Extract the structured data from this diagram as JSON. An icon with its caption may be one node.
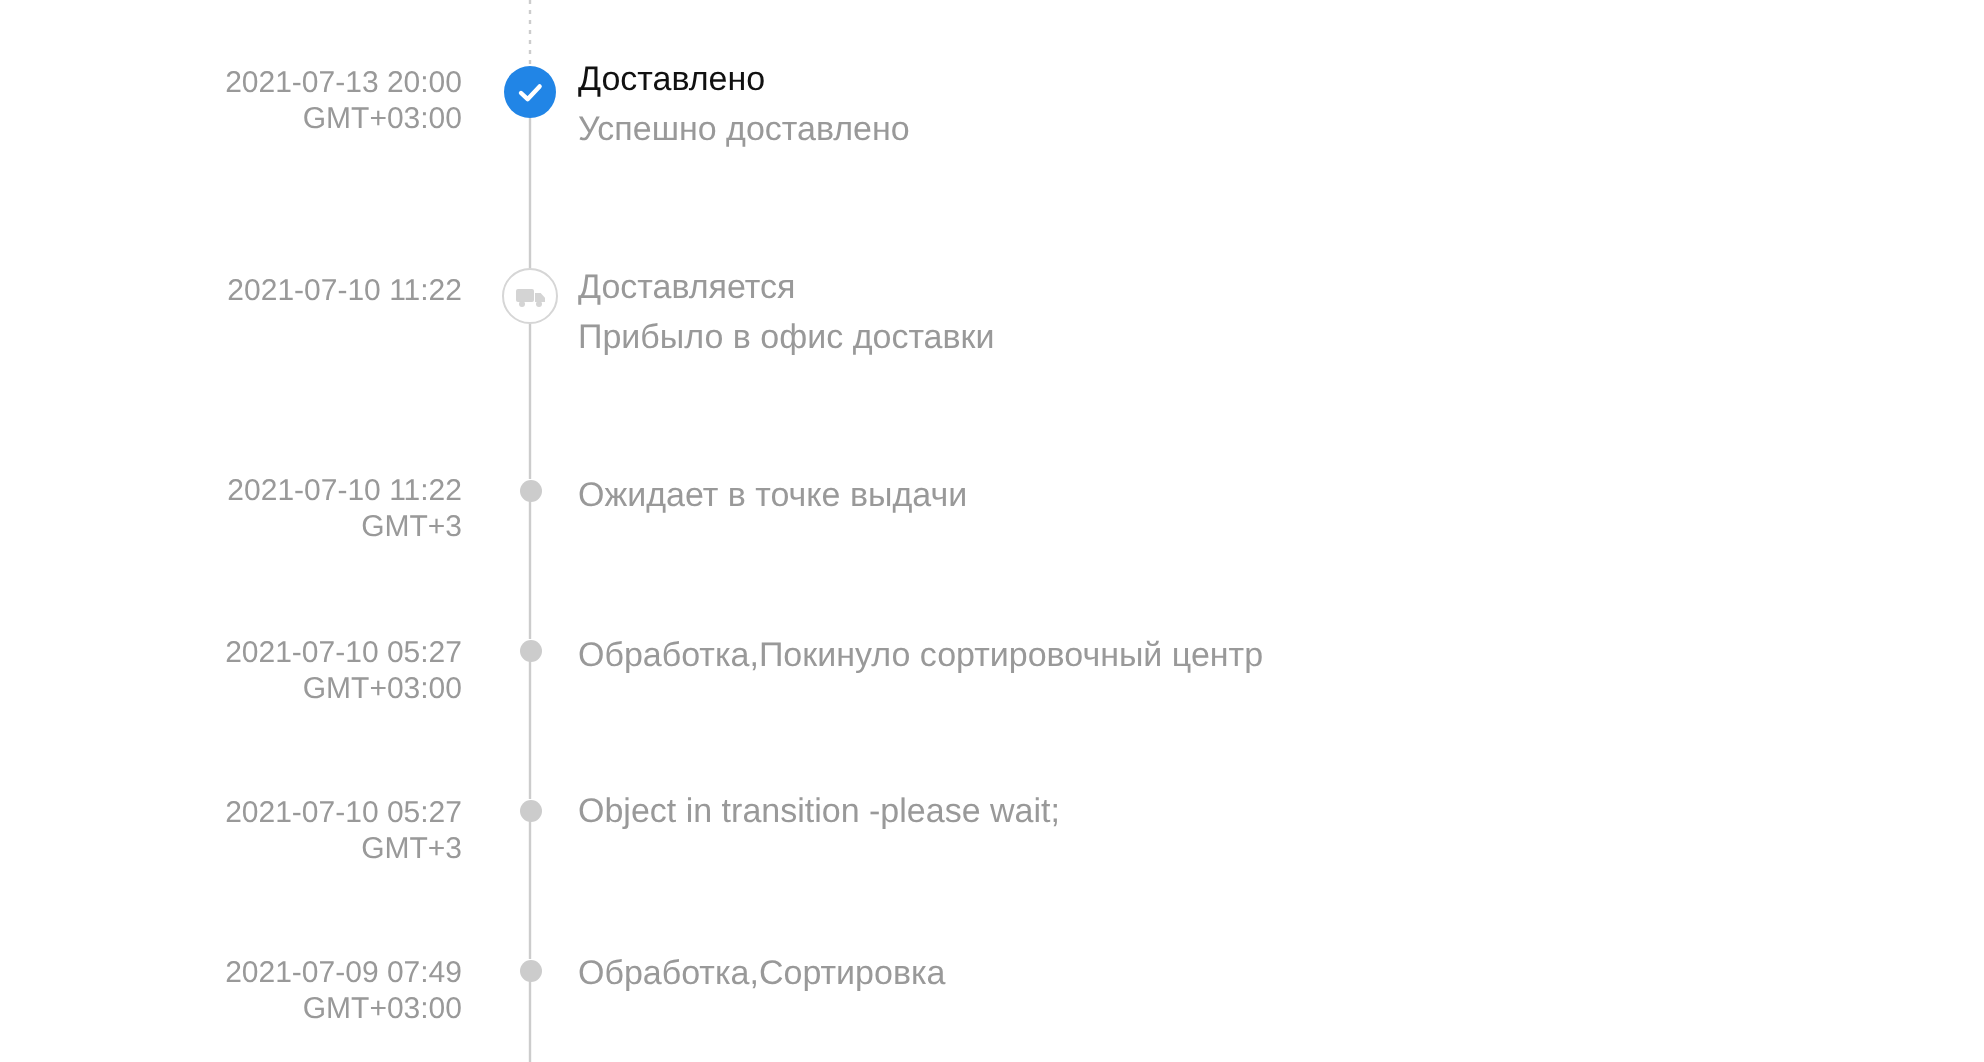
{
  "diagram": {
    "nodes": [
      {
        "text": [],
        "shape": "circle",
        "beside": [
          "2021-07-13 20:00 GMT+03:00",
          "Доставлено",
          "Успешно доставлено"
        ]
      },
      {
        "text": [],
        "shape": "circle",
        "beside": [
          "2021-07-10 11:22",
          "Доставляется",
          "Прибыло в офис доставки"
        ]
      },
      {
        "text": [],
        "shape": "circle",
        "beside": [
          "2021-07-10 11:22 GMT+3",
          "Ожидает в точке выдачи"
        ]
      },
      {
        "text": [],
        "shape": "circle",
        "beside": [
          "2021-07-10 05:27 GMT+03:00",
          "Обработка,Покинуло сортировочный центр"
        ]
      },
      {
        "text": [],
        "shape": "circle",
        "beside": [
          "2021-07-10 05:27 GMT+3",
          "Object in transition -please wait;"
        ]
      },
      {
        "text": [],
        "shape": "circle",
        "beside": [
          "2021-07-09 07:49 GMT+03:00",
          "Обработка,Сортировка"
        ]
      }
    ],
    "edges": [
      {
        "from": null,
        "to": 0,
        "arrow": "none",
        "style": "dashed"
      },
      {
        "from": 0,
        "to": 1,
        "arrow": "none"
      },
      {
        "from": 1,
        "to": 2,
        "arrow": "none"
      },
      {
        "from": 2,
        "to": 3,
        "arrow": "none"
      },
      {
        "from": 3,
        "to": 4,
        "arrow": "none"
      },
      {
        "from": 4,
        "to": 5,
        "arrow": "none"
      },
      {
        "from": 5,
        "to": null,
        "arrow": "none"
      }
    ]
  }
}
